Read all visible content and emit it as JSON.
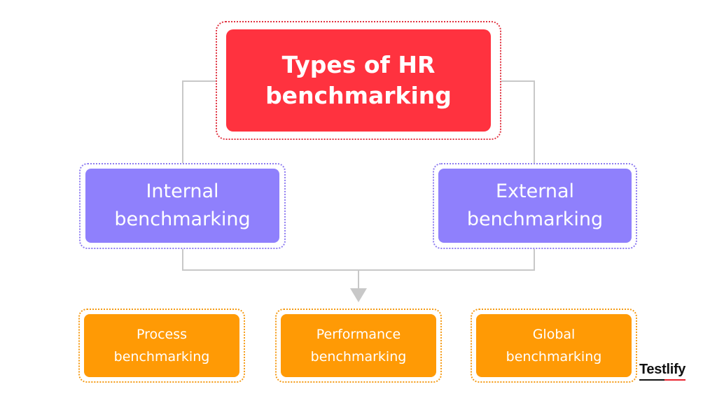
{
  "root": {
    "label": "Types of HR\nbenchmarking"
  },
  "categories": [
    {
      "label": "Internal\nbenchmarking"
    },
    {
      "label": "External\nbenchmarking"
    }
  ],
  "types": [
    {
      "label": "Process\nbenchmarking"
    },
    {
      "label": "Performance\nbenchmarking"
    },
    {
      "label": "Global\nbenchmarking"
    }
  ],
  "brand": {
    "name": "Testlify"
  },
  "colors": {
    "root": "#ff323f",
    "category": "#8f80fc",
    "type": "#ff9a05",
    "connector": "#c8c8c8",
    "brand_accent": "#e8232f"
  }
}
